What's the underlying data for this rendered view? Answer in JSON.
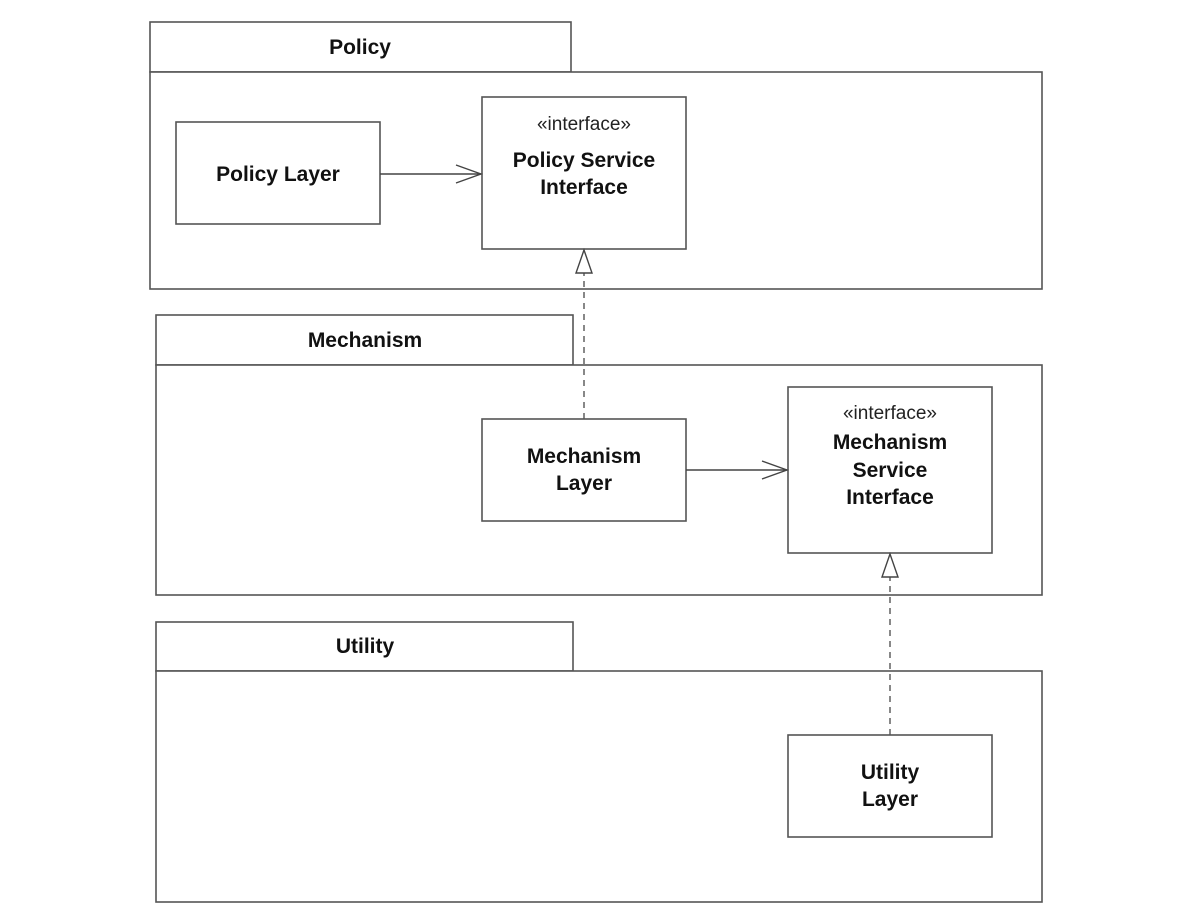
{
  "packages": {
    "policy": {
      "title": "Policy"
    },
    "mechanism": {
      "title": "Mechanism"
    },
    "utility": {
      "title": "Utility"
    }
  },
  "classes": {
    "policy_layer": {
      "lines": [
        "Policy Layer"
      ]
    },
    "policy_service_interface": {
      "stereotype": "«interface»",
      "lines": [
        "Policy Service",
        "Interface"
      ]
    },
    "mechanism_layer": {
      "lines": [
        "Mechanism",
        "Layer"
      ]
    },
    "mechanism_service_interface": {
      "stereotype": "«interface»",
      "lines": [
        "Mechanism",
        "Service",
        "Interface"
      ]
    },
    "utility_layer": {
      "lines": [
        "Utility",
        "Layer"
      ]
    }
  },
  "relationships": [
    {
      "from": "Policy Layer",
      "to": "Policy Service Interface",
      "kind": "dependency"
    },
    {
      "from": "Mechanism Layer",
      "to": "Policy Service Interface",
      "kind": "realization"
    },
    {
      "from": "Mechanism Layer",
      "to": "Mechanism Service Interface",
      "kind": "dependency"
    },
    {
      "from": "Utility Layer",
      "to": "Mechanism Service Interface",
      "kind": "realization"
    }
  ]
}
